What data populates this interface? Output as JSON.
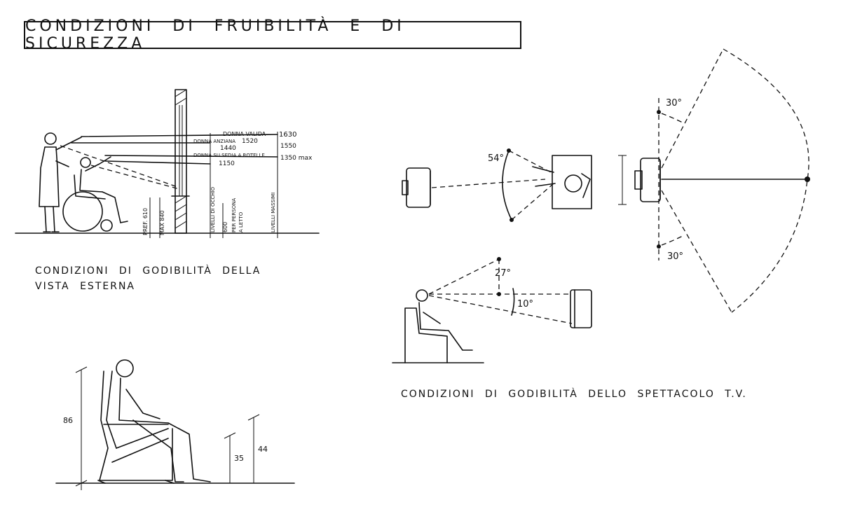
{
  "title": "CONDIZIONI DI FRUIBILITÀ E DI SICUREZZA",
  "vista": {
    "caption_line1": "CONDIZIONI DI GODIBILITÀ DELLA",
    "caption_line2": "VISTA ESTERNA",
    "label_donna_valida": "DONNA VALIDA",
    "label_donna_anziana": "DONNA ANZIANA",
    "label_donna_sedia": "DONNA SU SEDIA A ROTELLE",
    "label_1630": "1630",
    "label_1520": "1520",
    "label_1440": "1440",
    "label_1550": "1550",
    "label_1350max": "1350 max",
    "label_1150": "1150",
    "label_pref": "PREF. 610",
    "label_max": "MAX 840",
    "label_livelli_occhio": "LIVELLI DI OCCHIO",
    "label_600": "600",
    "label_per_persona": "PER PERSONA",
    "label_a_letto": "A LETTO",
    "label_livelli_massimi": "LIVELLI MASSIMI"
  },
  "tv": {
    "caption": "CONDIZIONI DI GODIBILITÀ DELLO SPETTACOLO T.V.",
    "angle_54": "54°",
    "angle_30_top": "30°",
    "angle_30_bottom": "30°",
    "angle_27": "27°",
    "angle_10": "10°"
  },
  "seat": {
    "dim_86": "86",
    "dim_35": "35",
    "dim_44": "44"
  }
}
